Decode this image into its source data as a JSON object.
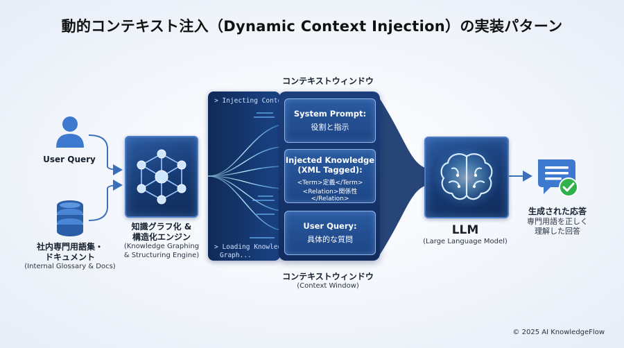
{
  "title": "動的コンテキスト注入（Dynamic Context Injection）の実装パターン",
  "user_query": {
    "label": "User Query",
    "icon": "user-icon"
  },
  "glossary": {
    "label_jp_1": "社内専門用語集・",
    "label_jp_2": "ドキュメント",
    "label_en": "(Internal Glossary & Docs)",
    "icon": "database-icon"
  },
  "engine": {
    "label_jp_1": "知識グラフ化 &",
    "label_jp_2": "構造化エンジン",
    "label_en_1": "(Knowledge Graphing",
    "label_en_2": "& Structuring Engine)",
    "icon": "knowledge-graph-icon"
  },
  "stream": {
    "injecting": "> Injecting Context...",
    "loading_1": "> Loading Knowledge",
    "loading_2": "Graph..."
  },
  "context_window": {
    "label_top": "コンテキストウィンドウ",
    "label_bottom": "コンテキストウィンドウ",
    "label_bottom_en": "(Context Window)",
    "cards": {
      "system": {
        "title": "System Prompt:",
        "jp": "役割と指示"
      },
      "knowledge": {
        "title_1": "Injected Knowledge",
        "title_2": "(XML Tagged):",
        "line_1": "<Term>定義</Term>",
        "line_2": "<Relation>関係性</Relation>"
      },
      "query": {
        "title": "User Query:",
        "jp": "具体的な質問"
      }
    }
  },
  "llm": {
    "label": "LLM",
    "sub": "(Large Language Model)",
    "icon": "brain-icon"
  },
  "answer": {
    "label": "生成された応答",
    "desc_1": "専門用語を正しく",
    "desc_2": "理解した回答",
    "icon": "chat-check-icon"
  },
  "footer": "© 2025 AI KnowledgeFlow",
  "colors": {
    "accent": "#2d62b3",
    "dark_blue": "#173a73",
    "glow": "#7fd0ff",
    "check": "#2fb24c"
  }
}
